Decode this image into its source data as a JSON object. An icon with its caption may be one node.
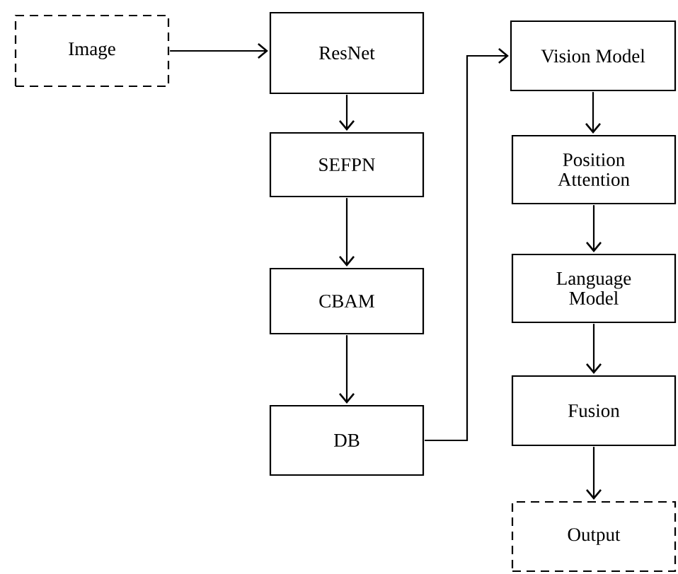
{
  "diagram": {
    "nodes": [
      {
        "text": [
          "Image"
        ]
      },
      {
        "text": [
          "ResNet"
        ]
      },
      {
        "text": [
          "SEFPN"
        ]
      },
      {
        "text": [
          "CBAM"
        ]
      },
      {
        "text": [
          "DB"
        ]
      },
      {
        "text": [
          "Vision Model"
        ]
      },
      {
        "text": [
          "Position Attention"
        ]
      },
      {
        "text": [
          "Language Model"
        ]
      },
      {
        "text": [
          "Fusion"
        ]
      },
      {
        "text": [
          "Output"
        ]
      }
    ],
    "edges": [
      {
        "from": 0,
        "to": 1,
        "arrow": "to"
      },
      {
        "from": 1,
        "to": 2,
        "arrow": "to"
      },
      {
        "from": 2,
        "to": 3,
        "arrow": "to"
      },
      {
        "from": 3,
        "to": 4,
        "arrow": "to"
      },
      {
        "from": 4,
        "to": 5,
        "arrow": "to"
      },
      {
        "from": 5,
        "to": 6,
        "arrow": "to"
      },
      {
        "from": 6,
        "to": 7,
        "arrow": "to"
      },
      {
        "from": 7,
        "to": 8,
        "arrow": "to"
      },
      {
        "from": 8,
        "to": 9,
        "arrow": "to"
      }
    ]
  }
}
